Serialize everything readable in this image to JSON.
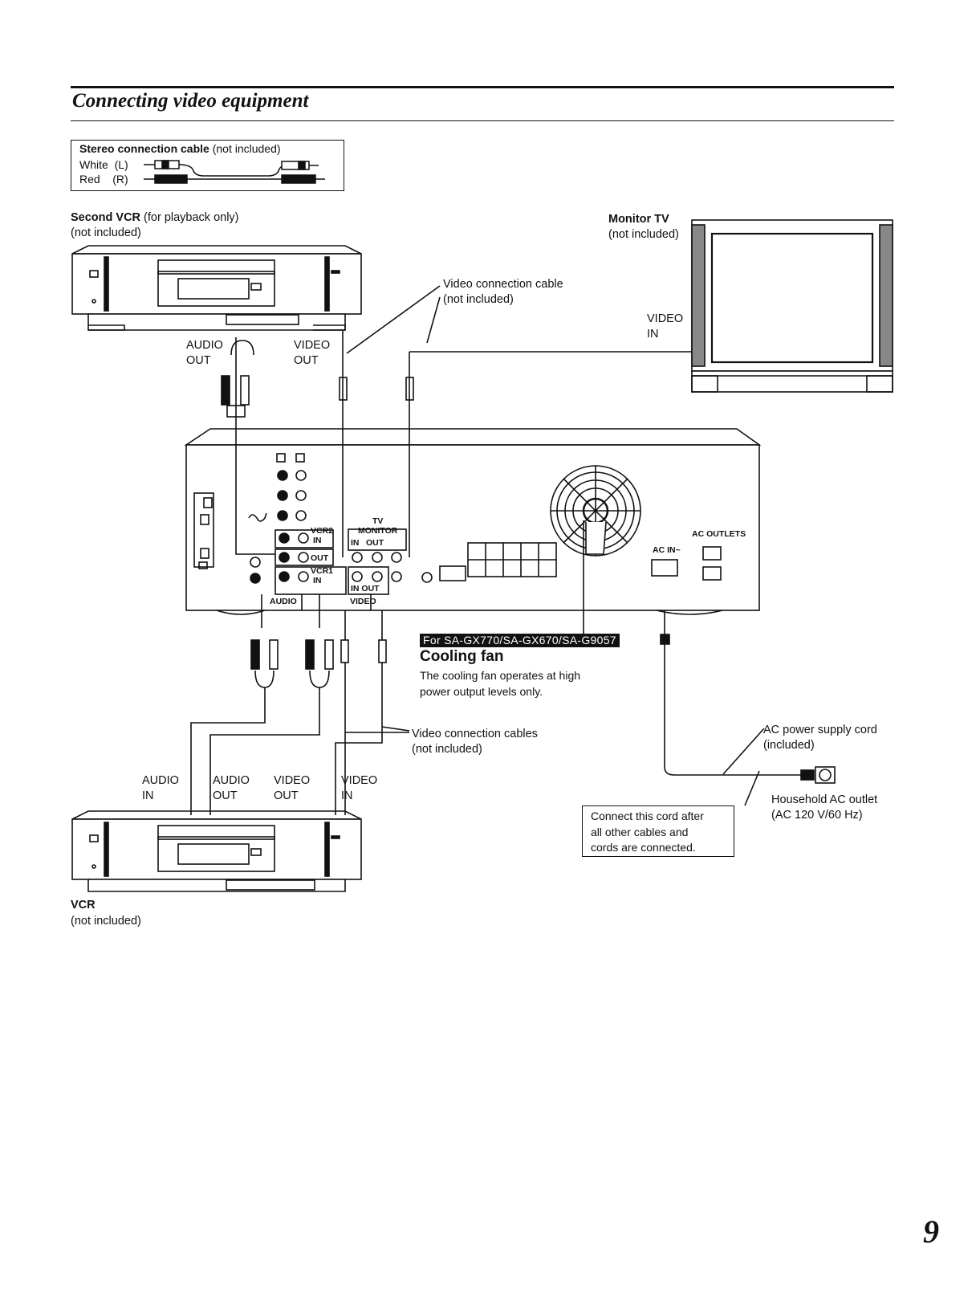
{
  "header": {
    "title": "Connecting video equipment"
  },
  "cable_legend": {
    "name_bold": "Stereo connection cable",
    "name_rest": " (not included)",
    "white": "White  (L)",
    "red": "Red    (R)"
  },
  "second_vcr": {
    "name": "Second VCR",
    "note": " (for playback only)",
    "sub": "(not included)",
    "audio_out": "AUDIO\nOUT",
    "video_out": "VIDEO\nOUT"
  },
  "monitor_tv": {
    "name": "Monitor TV",
    "sub": "(not included)",
    "video_in": "VIDEO\nIN"
  },
  "video_cable_top": "Video connection cable\n(not included)",
  "receiver": {
    "vcr2_in": "VCR2\nIN",
    "out": "OUT",
    "vcr1_in": "VCR1\nIN",
    "tv_monitor": "TV\nMONITOR",
    "in": "IN",
    "out2": "OUT",
    "in_out": "IN  OUT",
    "audio": "AUDIO",
    "video": "VIDEO",
    "ac_outlets": "AC OUTLETS",
    "ac_in": "AC IN~"
  },
  "cooling_fan": {
    "models": "For SA-GX770/SA-GX670/SA-G9057",
    "title": "Cooling fan",
    "desc": "The cooling fan operates at high\npower output levels only."
  },
  "video_cables_bottom": "Video connection cables\n(not included)",
  "vcr": {
    "name": "VCR",
    "sub": "(not included)",
    "audio_in": "AUDIO\nIN",
    "audio_out": "AUDIO\nOUT",
    "video_out": "VIDEO\nOUT",
    "video_in": "VIDEO\nIN"
  },
  "ac_cord": {
    "label": "AC power supply cord\n(included)",
    "outlet": "Household AC outlet\n(AC 120 V/60 Hz)",
    "note": "Connect this cord after\nall other cables and\ncords are connected."
  },
  "page_number": "9"
}
